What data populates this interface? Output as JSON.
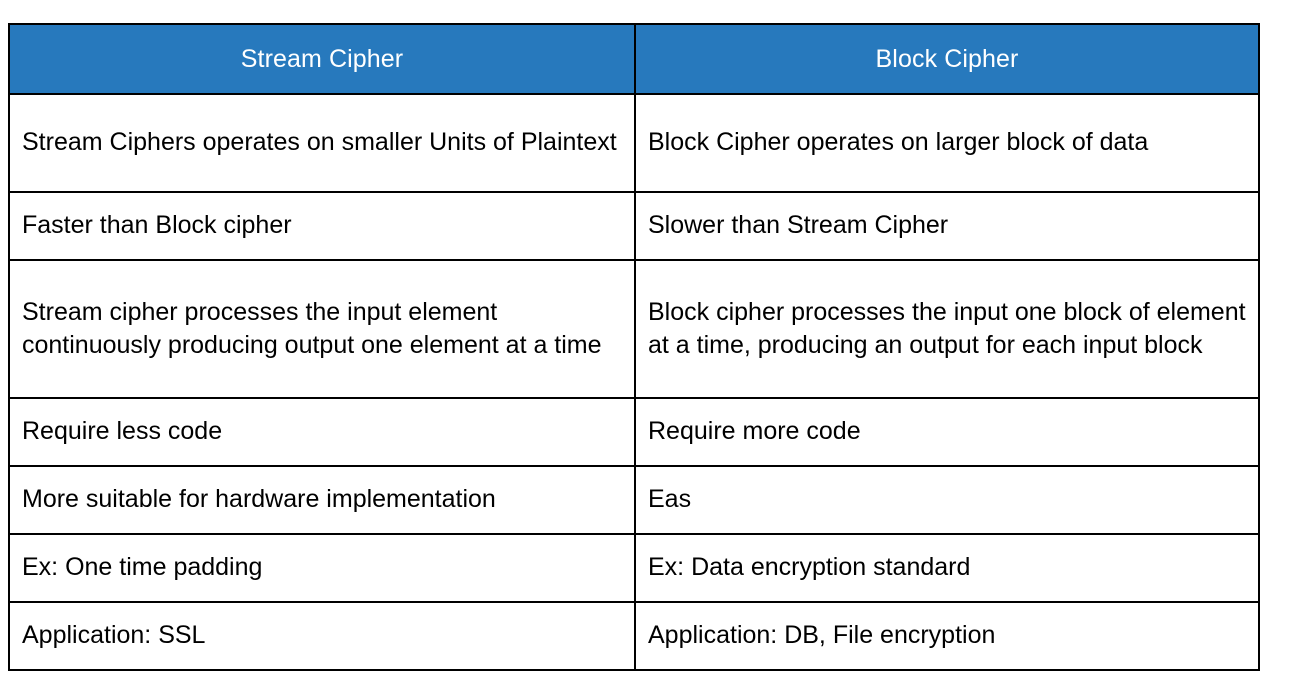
{
  "table": {
    "headers": [
      {
        "label": "Stream Cipher"
      },
      {
        "label": "Block Cipher"
      }
    ],
    "rows": [
      {
        "stream": "Stream Ciphers operates on smaller Units of Plaintext",
        "block": "Block Cipher operates on larger block of data"
      },
      {
        "stream": "Faster than Block cipher",
        "block": "Slower than Stream Cipher"
      },
      {
        "stream": "Stream cipher processes the input element continuously producing output one element at a time",
        "block": "Block cipher processes the input one block of element at a time, producing an output for each input block"
      },
      {
        "stream": "Require less code",
        "block": "Require more code"
      },
      {
        "stream": "More suitable for hardware implementation",
        "block": "Eas"
      },
      {
        "stream": "Ex: One time padding",
        "block": "Ex: Data encryption standard"
      },
      {
        "stream": "Application: SSL",
        "block": "Application: DB, File encryption"
      }
    ]
  },
  "colors": {
    "header_background": "#2779BD",
    "header_text": "#FFFFFF",
    "border": "#000000",
    "cell_background": "#FFFFFF",
    "cell_text": "#000000"
  }
}
